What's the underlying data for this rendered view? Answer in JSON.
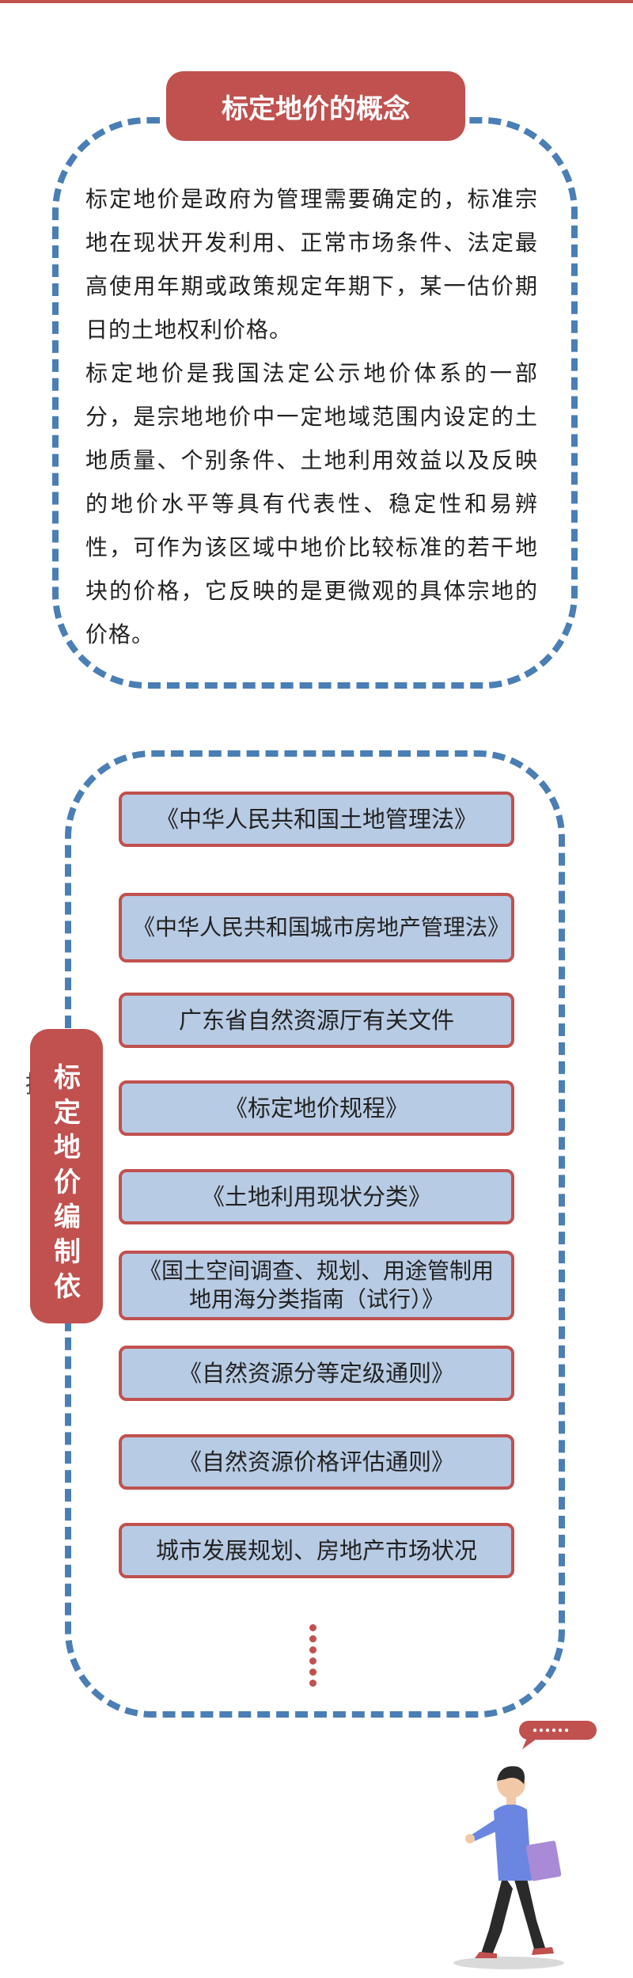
{
  "concept": {
    "title": "标定地价的概念",
    "paragraphs": [
      "标定地价是政府为管理需要确定的，标准宗地在现状开发利用、正常市场条件、法定最高使用年期或政策规定年期下，某一估价期日的土地权利价格。",
      "标定地价是我国法定公示地价体系的一部分，是宗地地价中一定地域范围内设定的土地质量、个别条件、土地利用效益以及反映的地价水平等具有代表性、稳定性和易辨性，可作为该区域中地价比较标准的若干地块的价格，它反映的是更微观的具体宗地的价格。"
    ]
  },
  "basis": {
    "label": "标定地价编制依",
    "stray_char": "据",
    "items": [
      "《中华人民共和国土地管理法》",
      "《中华人民共和国城市房地产管理法》",
      "广东省自然资源厅有关文件",
      "《标定地价规程》",
      "《土地利用现状分类》",
      "《国土空间调查、规划、用途管制用地用海分类指南（试行）》",
      "《自然资源分等定级通则》",
      "《自然资源价格评估通则》",
      "城市发展规划、房地产市场状况"
    ]
  },
  "colors": {
    "accent_red": "#c0514f",
    "dash_blue": "#4a7eb5",
    "item_fill": "#b8cbe4",
    "shirt": "#6a86e0"
  }
}
